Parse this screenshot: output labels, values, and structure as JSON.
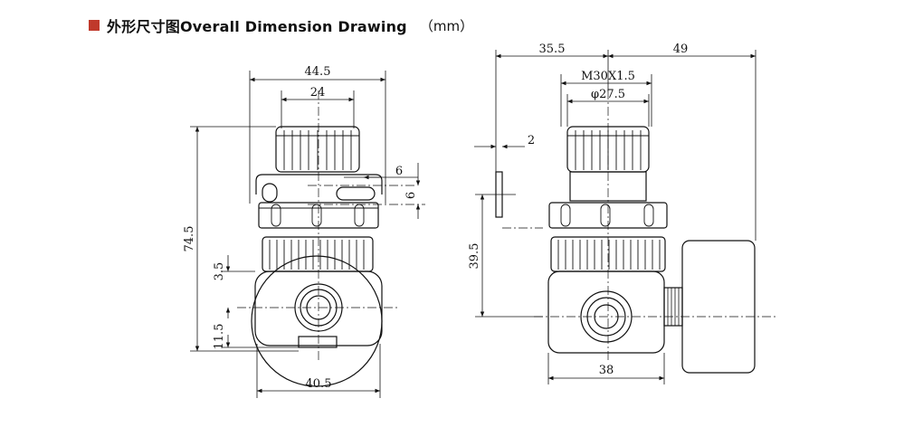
{
  "header": {
    "title": "外形尺寸图Overall Dimension Drawing",
    "unit": "（mm）",
    "accent_color": "#c0392b"
  },
  "front_view": {
    "dims": {
      "overall_width": "44.5",
      "knob_width": "24",
      "height": "74.5",
      "port_offset": "3.5",
      "bottom_offset": "11.5",
      "body_width": "40.5",
      "slot_width": "6",
      "slot_height": "6"
    }
  },
  "side_view": {
    "dims": {
      "left_span": "35.5",
      "right_span": "49",
      "thread": "M30X1.5",
      "diameter": "φ27.5",
      "panel_thickness": "2",
      "port_height": "39.5",
      "body_width": "38"
    }
  }
}
